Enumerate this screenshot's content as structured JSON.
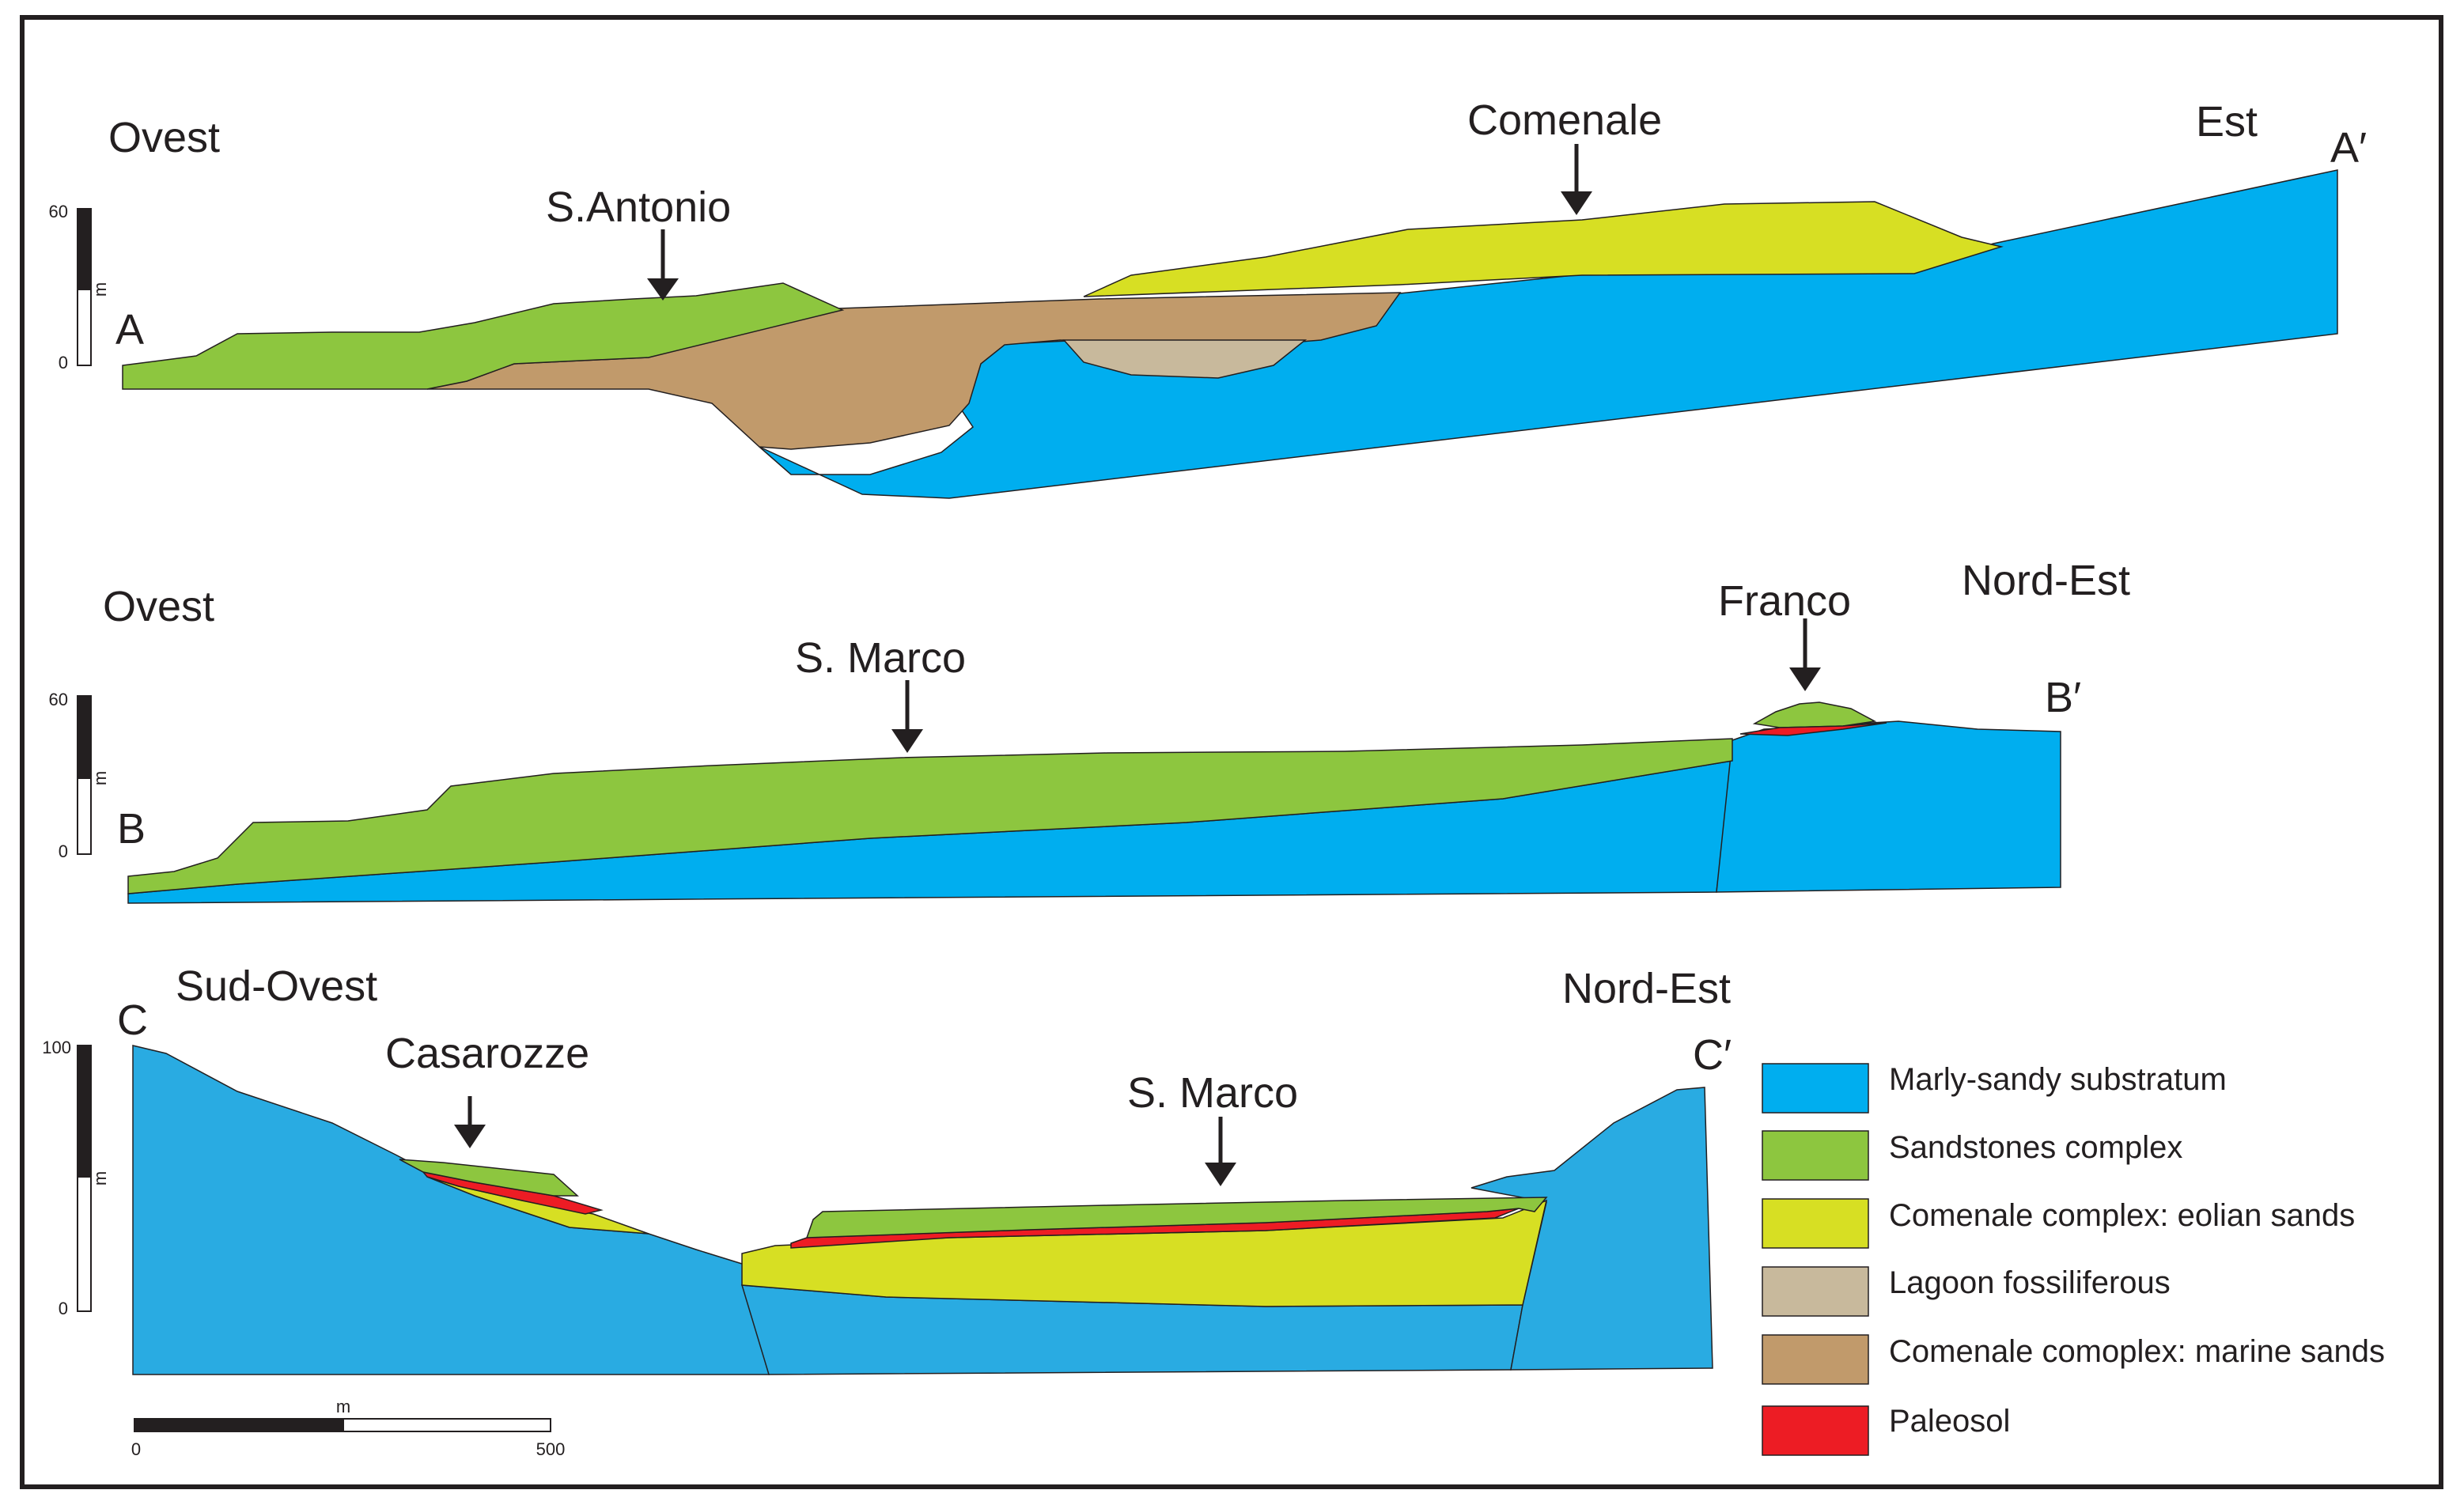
{
  "section_ab": {
    "west": "Ovest",
    "east": "Est",
    "start": "A",
    "end": "A′",
    "place1": "S.Antonio",
    "place2": "Comenale",
    "scale_top": "60",
    "scale_bottom": "0",
    "scale_unit": "m"
  },
  "section_bb": {
    "west": "Ovest",
    "east": "Nord-Est",
    "start": "B",
    "end": "B′",
    "place1": "S. Marco",
    "place2": "Franco",
    "scale_top": "60",
    "scale_bottom": "0",
    "scale_unit": "m"
  },
  "section_cc": {
    "west": "Sud-Ovest",
    "east": "Nord-Est",
    "start": "C",
    "end": "C′",
    "place1": "Casarozze",
    "place2": "S. Marco",
    "scale_top": "100",
    "scale_bottom": "0",
    "scale_unit": "m"
  },
  "horizontal_scale": {
    "unit": "m",
    "min": "0",
    "max": "500"
  },
  "legend": [
    {
      "label": "Marly-sandy substratum",
      "color": "#00aeef"
    },
    {
      "label": "Sandstones complex",
      "color": "#8dc63f"
    },
    {
      "label": "Comenale complex: eolian sands",
      "color": "#d7df23"
    },
    {
      "label": "Lagoon fossiliferous",
      "color": "#c8b99c"
    },
    {
      "label": "Comenale comoplex: marine sands",
      "color": "#c19a6b"
    },
    {
      "label": "Paleosol",
      "color": "#ed1c24"
    }
  ]
}
